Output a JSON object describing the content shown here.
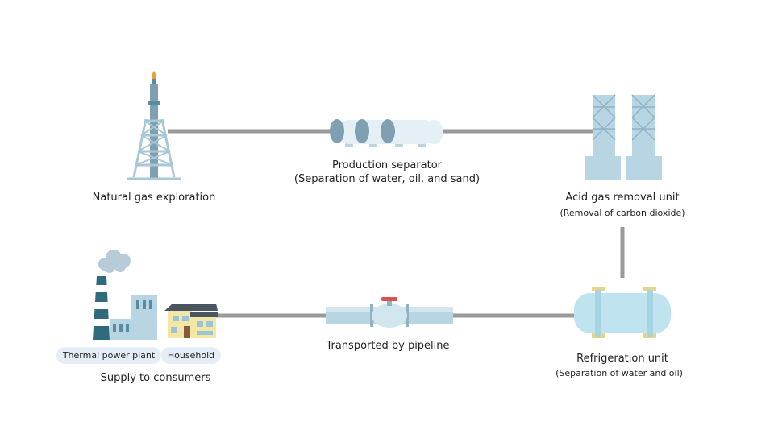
{
  "stages": {
    "exploration": {
      "label": "Natural gas exploration"
    },
    "separator": {
      "label": "Production separator",
      "sublabel": "(Separation of water, oil, and sand)"
    },
    "acid_gas": {
      "label": "Acid gas removal unit",
      "sublabel": "(Removal of carbon dioxide)"
    },
    "refrigeration": {
      "label": "Refrigeration unit",
      "sublabel": "(Separation of water and oil)"
    },
    "pipeline": {
      "label": "Transported by pipeline"
    },
    "consumers": {
      "label": "Supply to consumers",
      "tags": [
        "Thermal power plant",
        "Household"
      ]
    }
  },
  "colors": {
    "pipe": "#9a9a9a",
    "steel": "#7fa0b3",
    "light_blue": "#b7d5e3",
    "pale_blue": "#d9ecf4",
    "dark_teal": "#2f6b7a",
    "flame": "#f0a030",
    "valve_red": "#d9534f",
    "brass": "#e9d58a"
  }
}
